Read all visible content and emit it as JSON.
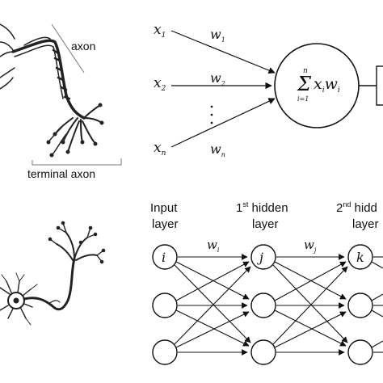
{
  "neuron_top": {
    "axon_label": "axon",
    "terminal_label": "terminal axon"
  },
  "perceptron": {
    "inputs": [
      {
        "var": "x",
        "sub": "1",
        "weight": "w",
        "wsub": "1"
      },
      {
        "var": "x",
        "sub": "2",
        "weight": "w",
        "wsub": "2"
      },
      {
        "var": "x",
        "sub": "n",
        "weight": "w",
        "wsub": "n"
      }
    ],
    "ellipsis": "·",
    "sum": {
      "sigma": "Σ",
      "upper": "n",
      "lower": "i=1",
      "x": "x",
      "x_sub": "i",
      "w": "w",
      "w_sub": "i"
    }
  },
  "network": {
    "input_layer": {
      "line1": "Input",
      "line2": "layer"
    },
    "hidden1": {
      "num": "1",
      "sup": "st",
      "word": " hidden",
      "line2": "layer"
    },
    "hidden2": {
      "num": "2",
      "sup": "nd",
      "word": " hidd",
      "line2": "layer"
    },
    "nodes": {
      "input": "i",
      "hidden1": "j",
      "hidden2": "k"
    },
    "weights": {
      "w1": "w",
      "w1_sub": "i",
      "w2": "w",
      "w2_sub": "j"
    }
  }
}
